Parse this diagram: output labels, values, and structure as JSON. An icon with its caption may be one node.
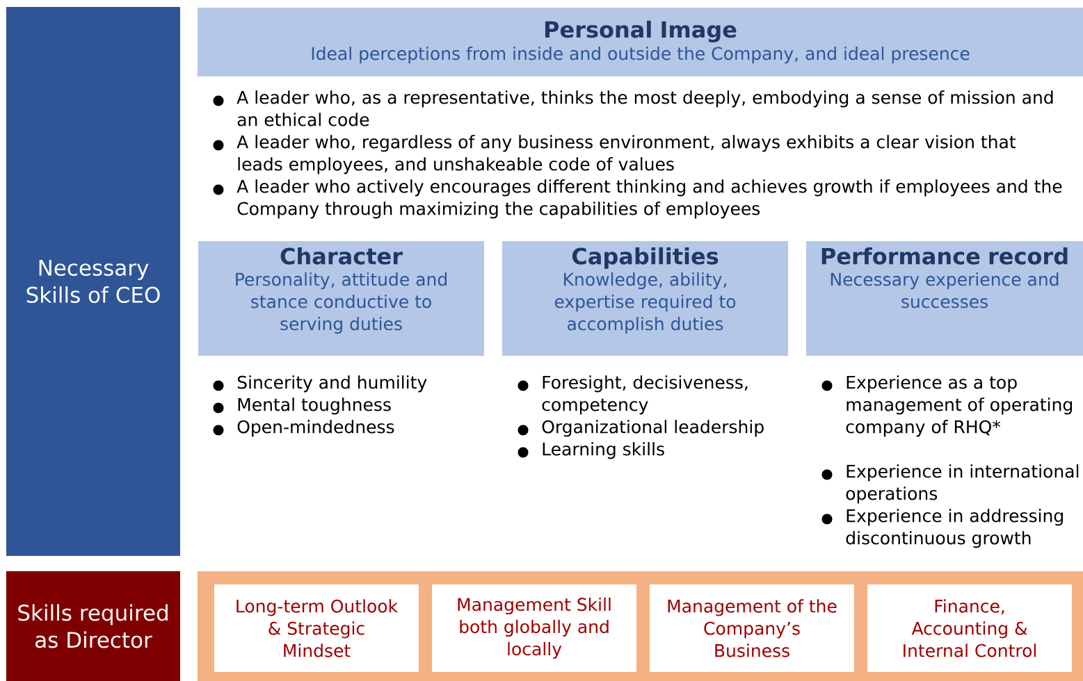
{
  "diagram": {
    "nodes": [
      {
        "text": [
          "Necessary Skills of CEO"
        ]
      },
      {
        "text": [
          "Personal Image",
          "Ideal perceptions from inside and outside the Company, and ideal presence"
        ]
      },
      {
        "text": [
          "Character",
          "Personality, attitude and stance conductive to serving duties"
        ]
      },
      {
        "text": [
          "Capabilities",
          "Knowledge, ability, expertise required to accomplish duties"
        ]
      },
      {
        "text": [
          "Performance record",
          "Necessary experience and successes"
        ]
      },
      {
        "text": [
          "Skills required as Director"
        ]
      },
      {
        "text": [],
        "shape": "box"
      },
      {
        "text": [
          "Long-term Outlook & Strategic Mindset"
        ],
        "in": 6
      },
      {
        "text": [
          "Management Skill both globally and locally"
        ],
        "in": 6
      },
      {
        "text": [
          "Management of the Company’s Business"
        ],
        "in": 6
      },
      {
        "text": [
          "Finance, Accounting & Internal Control"
        ],
        "in": 6
      }
    ],
    "labels": [
      "A leader who, as a representative, thinks the most deeply, embodying a sense of mission and an ethical code",
      "A leader who, regardless of any business environment, always exhibits a clear vision that leads employees, and unshakeable code of values",
      "A leader who actively encourages different thinking and achieves growth if employees and the Company through maximizing the capabilities of employees",
      "Sincerity and humility",
      "Mental toughness",
      "Open-mindedness",
      "Foresight, decisiveness, competency",
      "Organizational leadership",
      "Learning skills",
      "Experience as a top management of operating company of RHQ*",
      "Experience in international operations",
      "Experience in addressing discontinuous growth"
    ]
  }
}
